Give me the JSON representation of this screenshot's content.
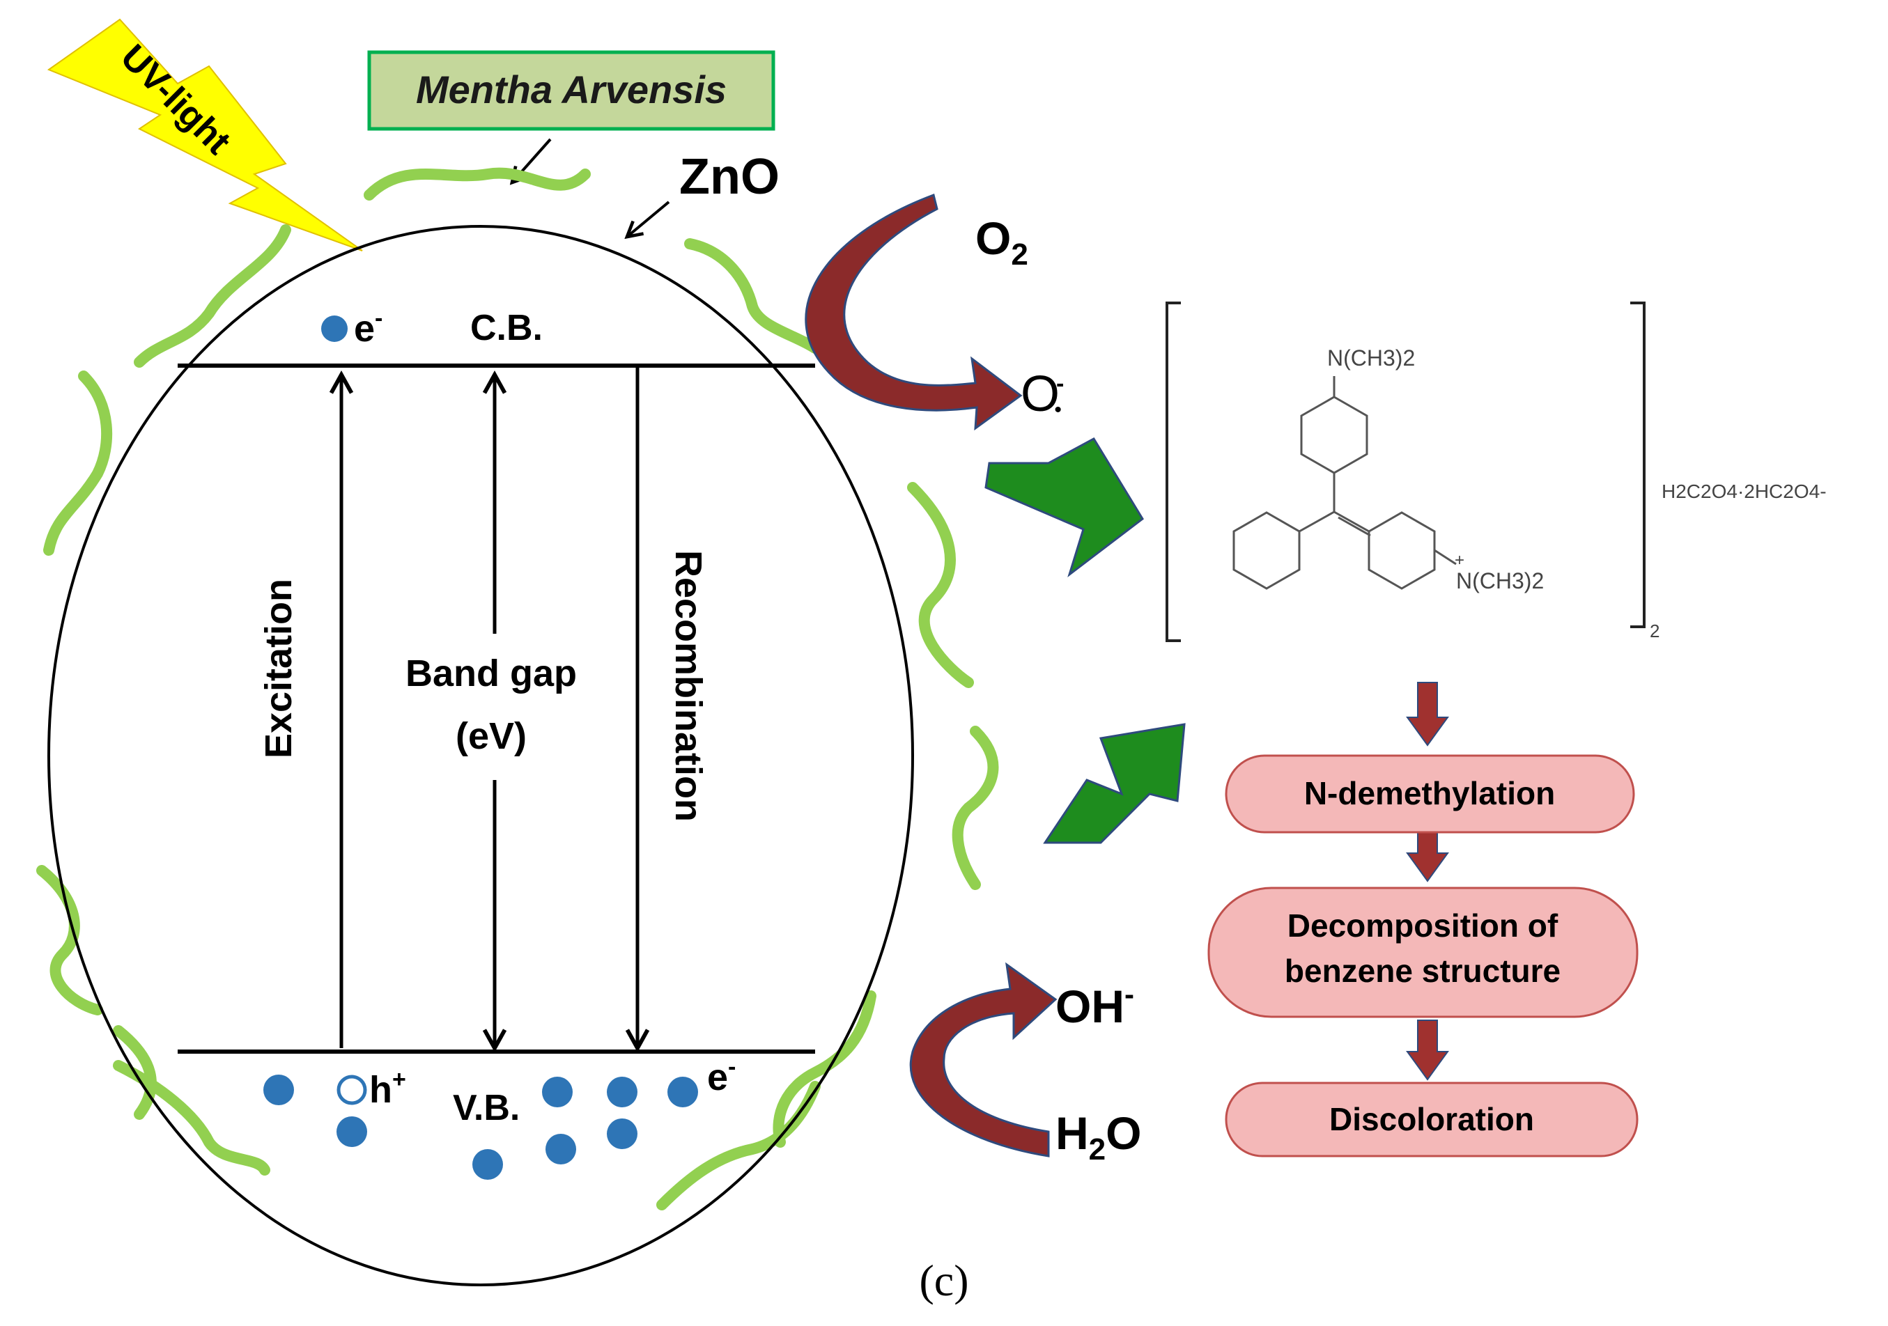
{
  "light": {
    "label": "UV-light"
  },
  "plant": {
    "label": "Mentha Arvensis"
  },
  "particle": {
    "label": "ZnO"
  },
  "bands": {
    "conduction": "C.B.",
    "valence": "V.B.",
    "electron": "e",
    "electron_sup": "-",
    "hole": "h",
    "hole_sup": "+",
    "excitation": "Excitation",
    "band_gap": "Band gap",
    "band_gap_unit": "(eV)",
    "recombination": "Recombination"
  },
  "reactions": {
    "oxygen": "O",
    "oxygen_sub": "2",
    "superoxide": "O",
    "superoxide_sup": "-",
    "superoxide_dot": "•",
    "hydroxide": "OH",
    "hydroxide_sup": "-",
    "water_h": "H",
    "water_sub": "2",
    "water_o": "O"
  },
  "dye": {
    "top_group": "N(CH3)2",
    "right_group": "N(CH3)2",
    "charge": "+",
    "bracket_sub": "2",
    "counter_ion": "H2C2O4·2HC2O4-"
  },
  "pathway": {
    "steps": [
      "N-demethylation",
      "Decomposition of",
      "benzene structure",
      "Discoloration"
    ]
  },
  "caption": {
    "label": "(c)"
  },
  "colors": {
    "green_coating": "#92d050",
    "lightning": "#ffff00",
    "plant_box_fill": "#c4d79b",
    "plant_box_border": "#00b050",
    "dark_red_arrow": "#8b2a2a",
    "arrow_border": "#2e4a7d",
    "green_arrow": "#1e8c1e",
    "step_fill": "#f4b8b8",
    "step_border": "#c0504d",
    "dot_blue": "#2e75b6"
  }
}
